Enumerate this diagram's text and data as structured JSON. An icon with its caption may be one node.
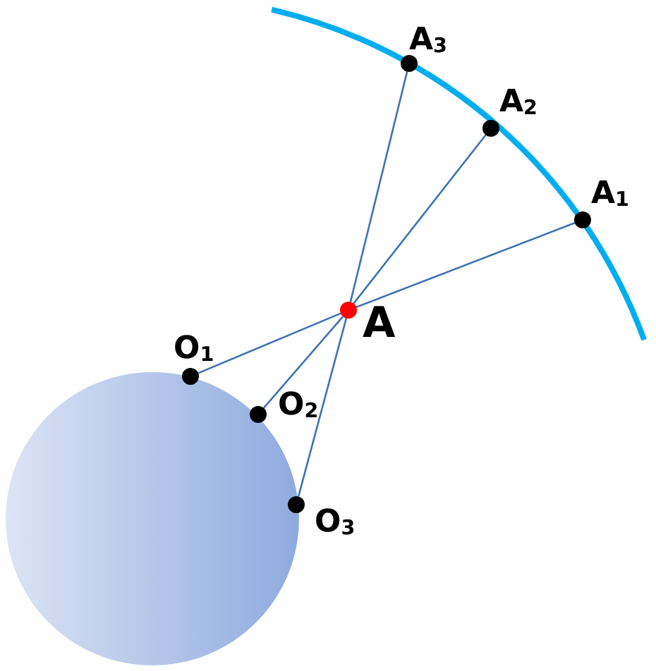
{
  "diagram": {
    "nodes": [
      {
        "text": [],
        "shape": "circle"
      },
      {
        "text": [
          "A"
        ]
      },
      {
        "text": [
          "A$_{1}$"
        ]
      },
      {
        "text": [
          "A$_{2}$"
        ]
      },
      {
        "text": [
          "A$_{3}$"
        ]
      },
      {
        "text": [
          "O$_{1}$"
        ]
      },
      {
        "text": [
          "O$_{2}$"
        ]
      },
      {
        "text": [
          "O$_{3}$"
        ]
      }
    ],
    "edges": [
      {
        "from": 5,
        "to": 1,
        "arrow": "none"
      },
      {
        "from": 1,
        "to": 2,
        "arrow": "none"
      },
      {
        "from": 6,
        "to": 1,
        "arrow": "none"
      },
      {
        "from": 1,
        "to": 3,
        "arrow": "none"
      },
      {
        "from": 7,
        "to": 1,
        "arrow": "none"
      },
      {
        "from": 1,
        "to": 4,
        "arrow": "none"
      }
    ]
  }
}
